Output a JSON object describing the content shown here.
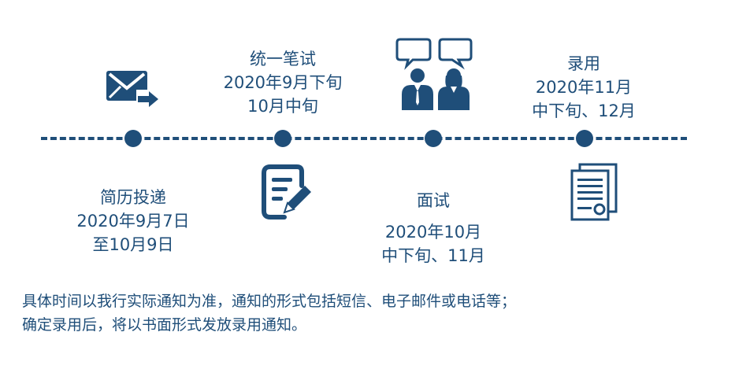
{
  "colors": {
    "primary": "#1f4e79",
    "background": "#ffffff"
  },
  "stages": [
    {
      "title": "简历投递",
      "line1": "2020年9月7日",
      "line2": "至10月9日",
      "icon": "mail-send-icon"
    },
    {
      "title": "统一笔试",
      "line1": "2020年9月下旬",
      "line2": "10月中旬",
      "icon": "edit-document-icon"
    },
    {
      "title": "面试",
      "line1": "2020年10月",
      "line2": "中下旬、11月",
      "icon": "interview-people-icon"
    },
    {
      "title": "录用",
      "line1": "2020年11月",
      "line2": "中下旬、12月",
      "icon": "certificate-document-icon"
    }
  ],
  "note": {
    "line1": "具体时间以我行实际通知为准，通知的形式包括短信、电子邮件或电话等；",
    "line2": "确定录用后，将以书面形式发放录用通知。"
  }
}
